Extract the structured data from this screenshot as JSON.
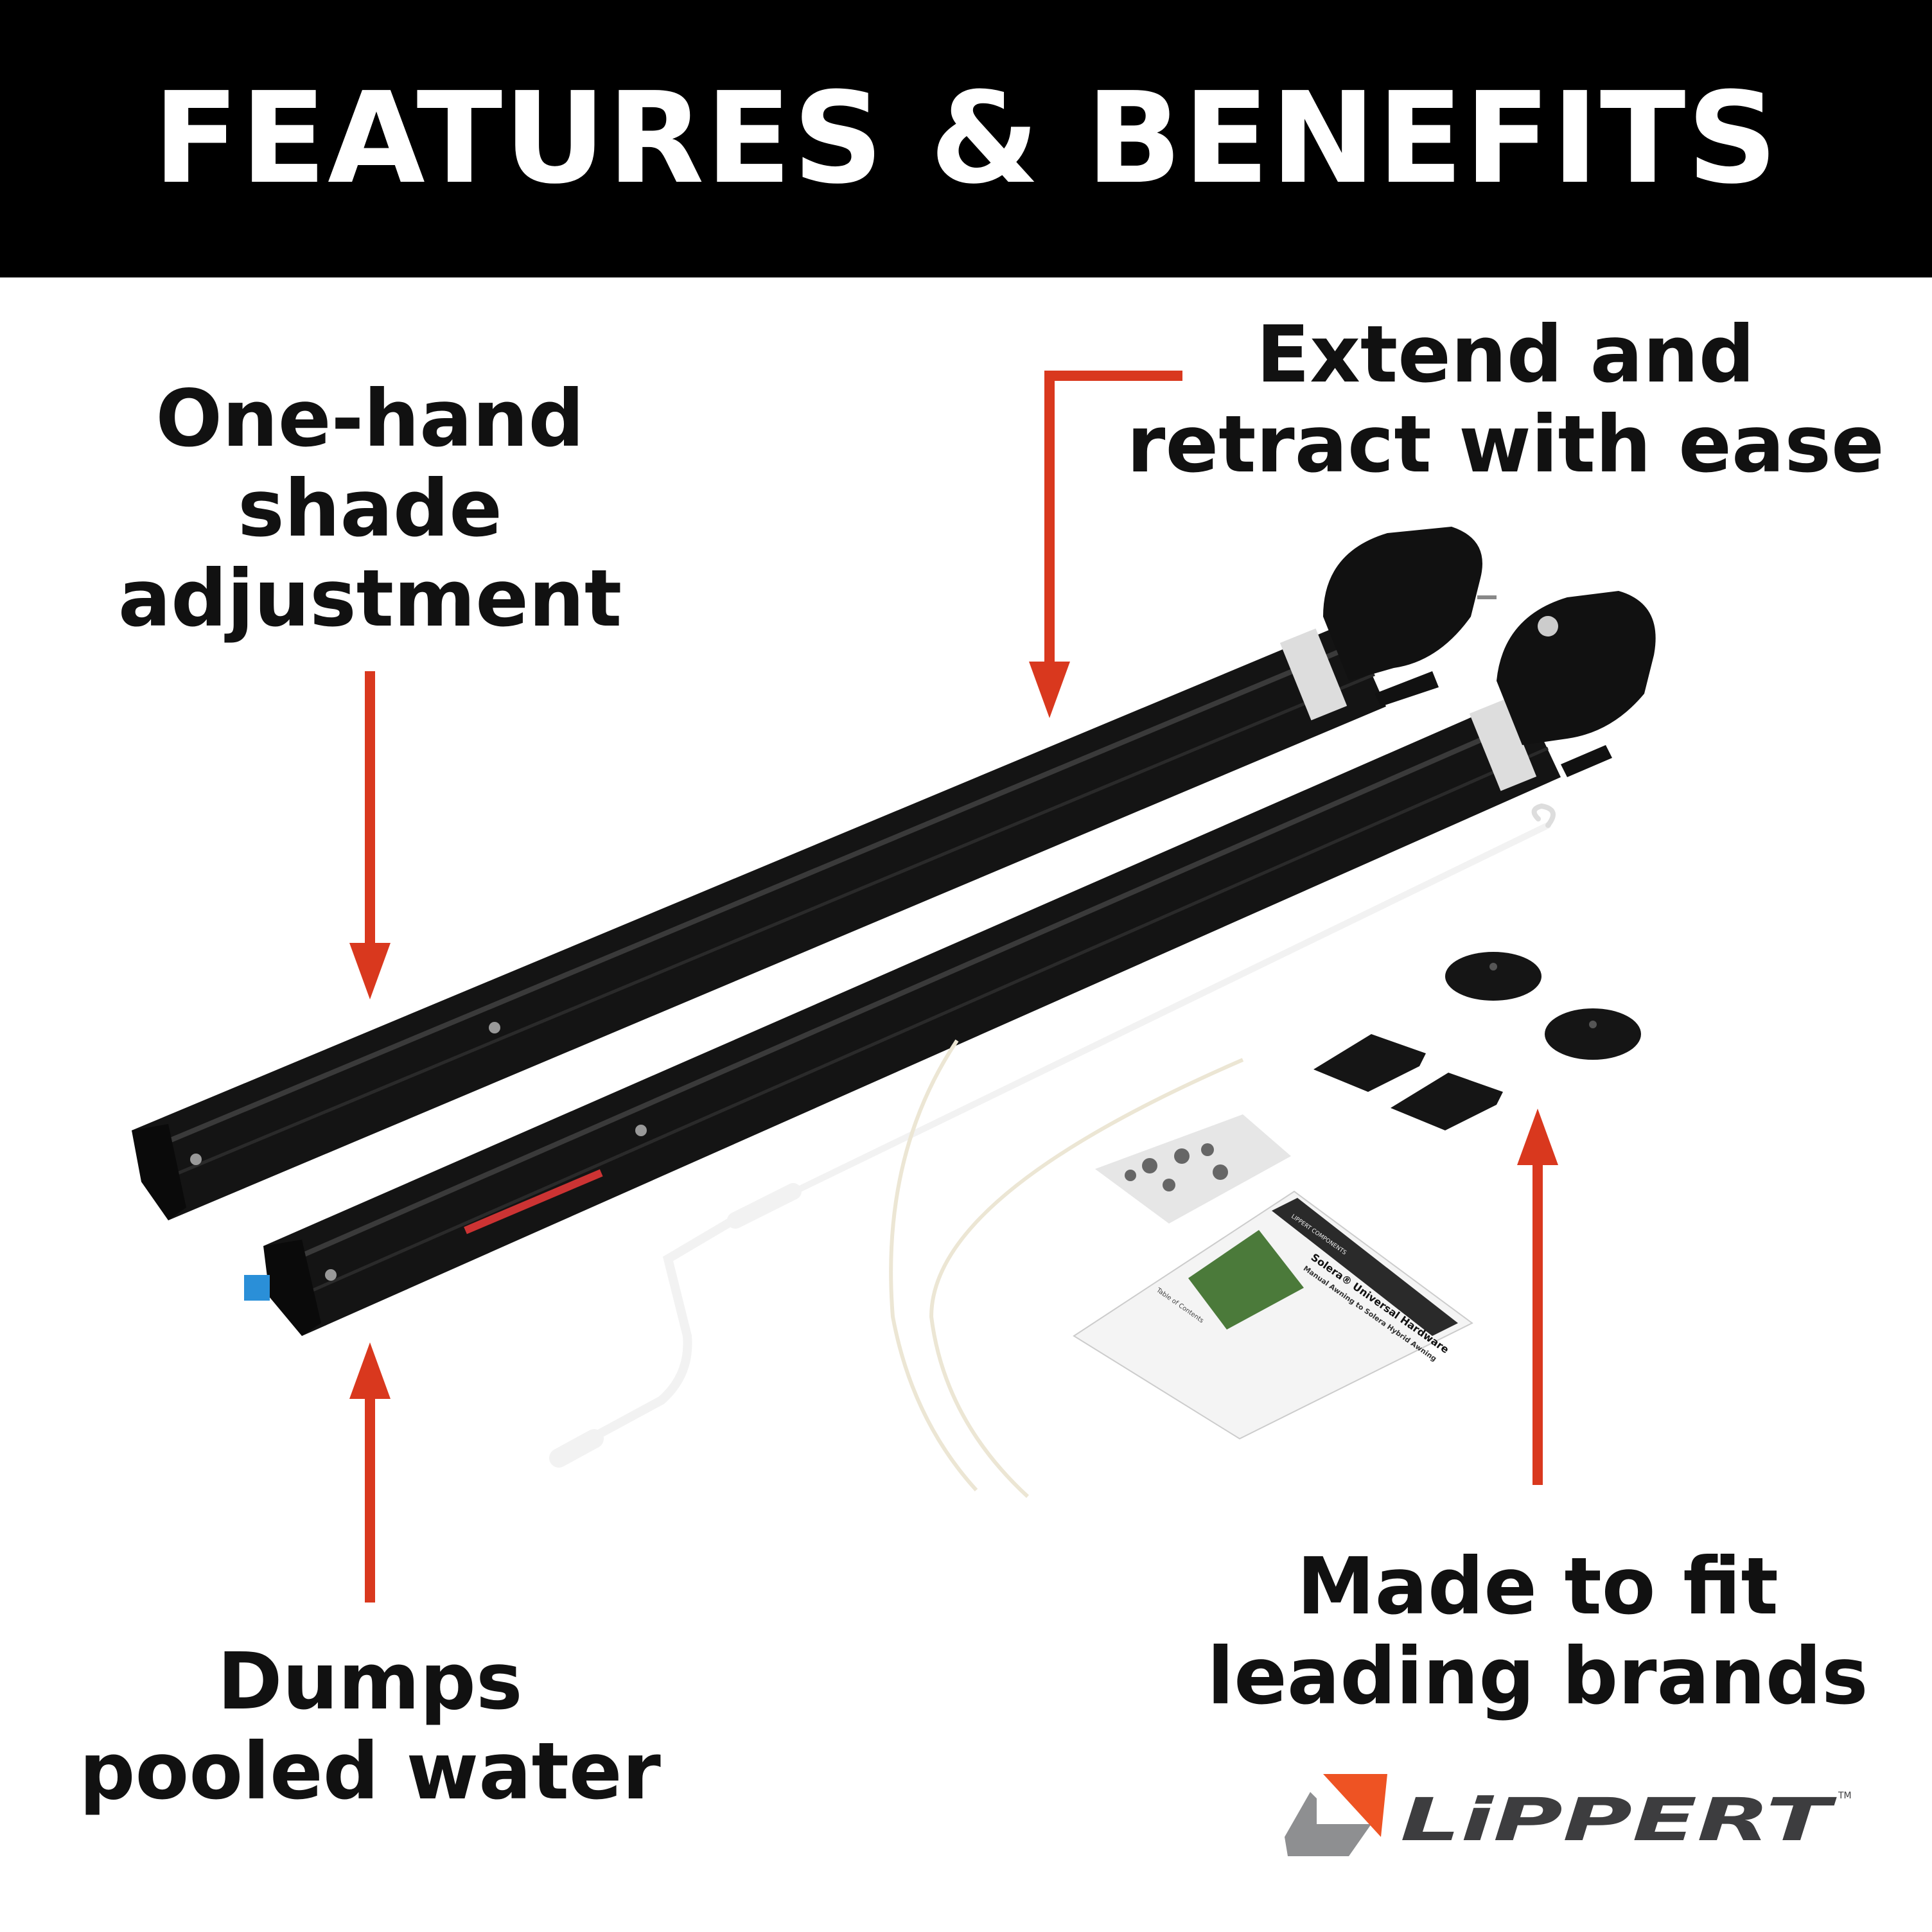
{
  "header": {
    "title": "FEATURES & BENEFITS"
  },
  "callouts": {
    "one_hand": [
      "One-hand",
      "shade",
      "adjustment"
    ],
    "extend": [
      "Extend and",
      "retract with ease"
    ],
    "dumps": [
      "Dumps",
      "pooled water"
    ],
    "fit": [
      "Made to fit",
      "leading brands"
    ]
  },
  "manual": {
    "brand": "LIPPERT COMPONENTS",
    "title": "Solera® Universal Hardware",
    "subtitle": "Manual Awning to Solera Hybrid Awning",
    "toc": "Table of Contents"
  },
  "logo": {
    "text": "LiPPERT",
    "tm": "TM"
  },
  "colors": {
    "arrow": "#d9381e",
    "header_bg": "#000000",
    "logo_orange": "#ee5323",
    "logo_gray": "#8e8f91",
    "logo_text": "#3d3d3f"
  }
}
